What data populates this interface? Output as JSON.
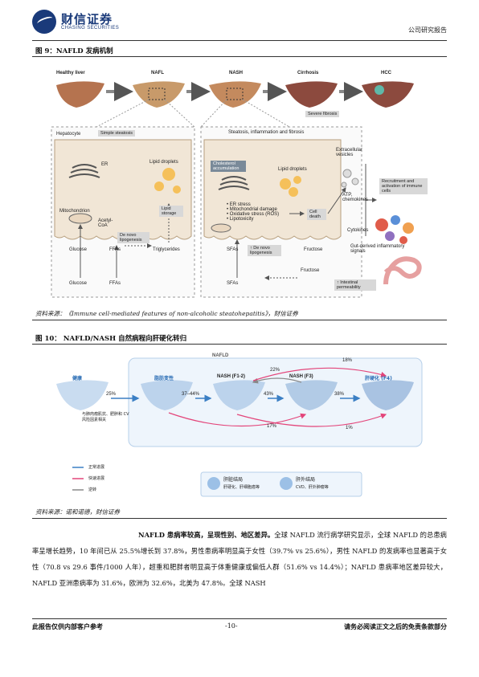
{
  "header": {
    "logo_cn": "财信证券",
    "logo_en": "CHASING SECURITIES",
    "doc_type": "公司研究报告"
  },
  "figure9": {
    "title": "图 9：NAFLD 发病机制",
    "stages": [
      "Healthy liver",
      "NAFL",
      "NASH",
      "Cirrhosis",
      "HCC"
    ],
    "severe_fibrosis": "Severe fibrosis",
    "left_panel": {
      "hepatocyte": "Hepatocyte",
      "simple_steatosis": "Simple steatosis",
      "er": "ER",
      "lipid_droplets": "Lipid droplets",
      "lipid_storage": "Lipid storage",
      "mitochondrion": "Mitochondrion",
      "acetyl_coa": "Acetyl-CoA",
      "de_novo": "De novo lipogenesis",
      "glucose_in": "Glucose",
      "ffas_in": "FFAs",
      "triglycerides": "Triglycerides",
      "glucose_out": "Glucose",
      "ffas_out": "FFAs"
    },
    "right_panel": {
      "title": "Steatosis, inflammation and fibrosis",
      "cholesterol": "Cholesterol accumulation",
      "lipid_droplets": "Lipid droplets",
      "stress_list": [
        "• ER stress",
        "• Mitochondrial damage",
        "• Oxidative stress (ROS)",
        "• Lipotoxicity"
      ],
      "cell_death": "Cell death",
      "de_novo": "↑ De novo lipogenesis",
      "sfas_in": "SFAs",
      "fructose_in": "Fructose",
      "sfas_out": "SFAs",
      "fructose_out": "Fructose",
      "extracellular": "Extracellular vesicles",
      "atp": "ATP, chemokines",
      "recruitment": "Recruitment and activation of immune cells",
      "cytokines": "Cytokines",
      "gut": "Gut-derived inflammatory signals",
      "intestinal": "↑ Intestinal permeability"
    },
    "source": "资料来源：《Immune cell-mediated features of non-alcoholic steatohepatitis》，财信证券"
  },
  "figure10": {
    "title": "图 10：  NAFLD/NASH 自然病程向肝硬化转归",
    "nafld_label": "NAFLD",
    "stages": [
      "健康",
      "脂肪变性",
      "NASH (F1-2)",
      "NASH (F3)",
      "肝硬化 (F4)"
    ],
    "healthy_note": "与肺肉瘤肌抗、肥胖和 CV 风险因素相关",
    "pct_25": "25%",
    "pct_37_44": "37–44%",
    "pct_22": "22%",
    "pct_43": "43%",
    "pct_18": "18%",
    "pct_38": "38%",
    "pct_17": "17%",
    "pct_1": "1%",
    "legend": [
      "正常进展",
      "快速进展",
      "逆转"
    ],
    "outcome_liver": "肝脏结局",
    "outcome_liver_sub": "肝硬化、肝细胞癌等",
    "outcome_extra": "肝外结局",
    "outcome_extra_sub": "CVD、肝外肿瘤等",
    "colors": {
      "normal": "#3b7fc4",
      "rapid": "#e3457a",
      "reverse": "#888888"
    },
    "source": "资料来源：诺和诺德，财信证券"
  },
  "paragraph": {
    "lead": "NAFLD 患病率较高，呈现性别、地区差异。",
    "body": "全球 NAFLD 流行病学研究显示，全球 NAFLD 的总患病率呈增长趋势，10 年间已从 25.5%增长到 37.8%，男性患病率明显高于女性（39.7% vs 25.6%），男性 NAFLD 的发病率也显著高于女性（70.8 vs 29.6 事件/1000 人年），超重和肥胖者明显高于体重健康或偏低人群（51.6% vs 14.4%）；NAFLD 患病率地区差异较大，NAFLD 亚洲患病率为 31.6%，欧洲为 32.6%，北美为 47.8%。全球 NASH"
  },
  "footer": {
    "left": "此报告仅供内部客户参考",
    "page": "-10-",
    "right": "请务必阅读正文之后的免责条款部分"
  }
}
